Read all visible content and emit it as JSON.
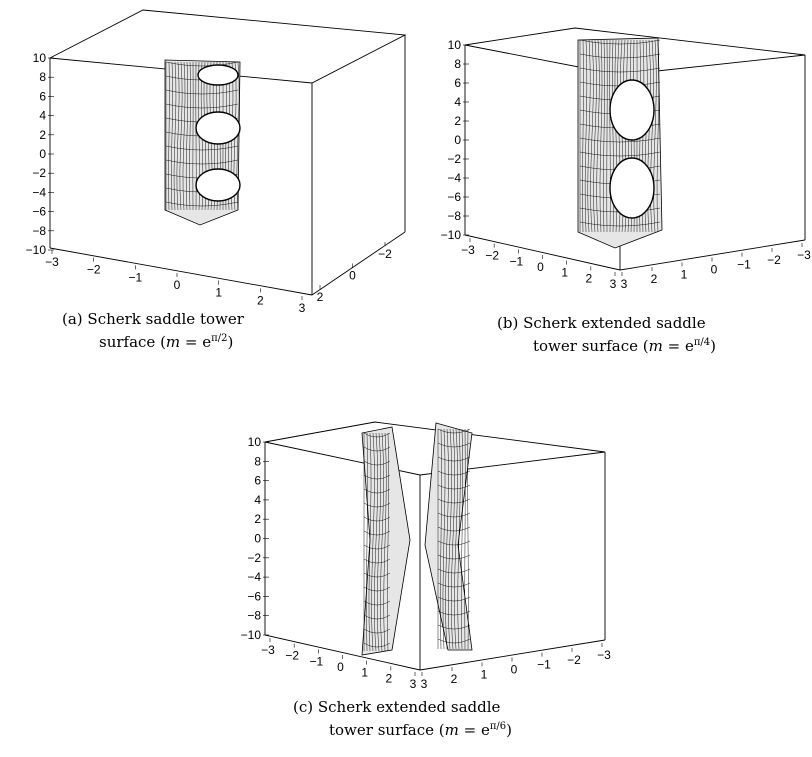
{
  "figures": [
    {
      "id": "a",
      "caption_line1": "(a) Scherk saddle tower",
      "caption_line2_prefix": "surface (",
      "caption_m": "m",
      "caption_eq": " = e",
      "caption_exp": "π/2",
      "caption_suffix": ")",
      "z_ticks": [
        "10",
        "8",
        "6",
        "4",
        "2",
        "0",
        "−2",
        "−4",
        "−6",
        "−8",
        "−10"
      ],
      "x_ticks": [
        "−3",
        "−2",
        "−1",
        "0",
        "1",
        "2",
        "3"
      ],
      "y_ticks": [
        "2",
        "0",
        "−2"
      ]
    },
    {
      "id": "b",
      "caption_line1": "(b) Scherk extended saddle",
      "caption_line2_prefix": "tower surface (",
      "caption_m": "m",
      "caption_eq": " = e",
      "caption_exp": "π/4",
      "caption_suffix": ")",
      "z_ticks": [
        "10",
        "8",
        "6",
        "4",
        "2",
        "0",
        "−2",
        "−4",
        "−6",
        "−8",
        "−10"
      ],
      "x_ticks": [
        "−3",
        "−2",
        "−1",
        "0",
        "1",
        "2",
        "3"
      ],
      "y_ticks": [
        "3",
        "2",
        "1",
        "0",
        "−1",
        "−2",
        "−3"
      ]
    },
    {
      "id": "c",
      "caption_line1": "(c) Scherk extended saddle",
      "caption_line2_prefix": "tower surface (",
      "caption_m": "m",
      "caption_eq": " = e",
      "caption_exp": "π/6",
      "caption_suffix": ")",
      "z_ticks": [
        "10",
        "8",
        "6",
        "4",
        "2",
        "0",
        "−2",
        "−4",
        "−6",
        "−8",
        "−10"
      ],
      "x_ticks": [
        "−3",
        "−2",
        "−1",
        "0",
        "1",
        "2",
        "3"
      ],
      "y_ticks": [
        "3",
        "2",
        "1",
        "0",
        "−1",
        "−2",
        "−3"
      ]
    }
  ]
}
